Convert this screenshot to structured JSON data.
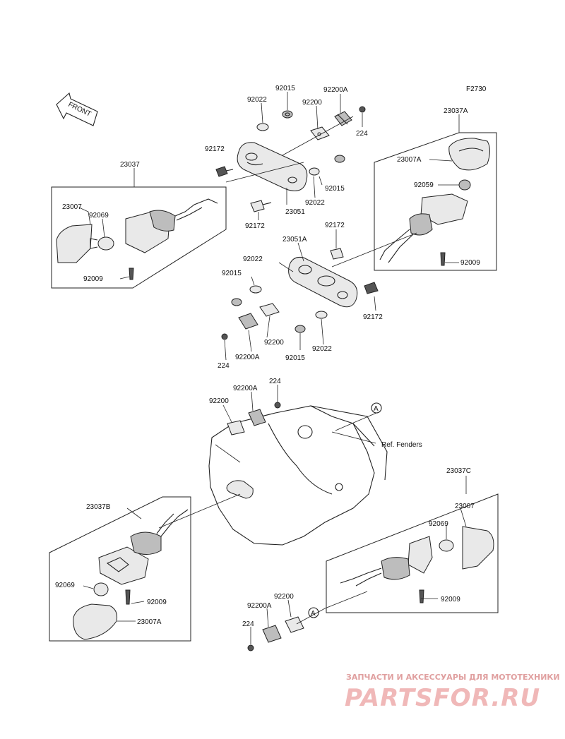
{
  "diagram": {
    "code": "F2730",
    "front_label": "FRONT",
    "ref_label": "Ref. Fenders",
    "circle_ref": "A",
    "labels": {
      "l92015a": "92015",
      "l92200Aa": "92200A",
      "l92022a": "92022",
      "l92200a": "92200",
      "l224a": "224",
      "l23037A": "23037A",
      "l92172a": "92172",
      "l23037": "23037",
      "l23007Aa": "23007A",
      "l92015b": "92015",
      "l92059": "92059",
      "l23007a": "23007",
      "l92069a": "92069",
      "l92022b": "92022",
      "l23051": "23051",
      "l92172b": "92172",
      "l92009a": "92009",
      "l92172c": "92172",
      "l23051A": "23051A",
      "l92022c": "92022",
      "l92009b": "92009",
      "l92015c": "92015",
      "l92172d": "92172",
      "l92200b": "92200",
      "l92022d": "92022",
      "l224b": "224",
      "l92200Ab": "92200A",
      "l92015d": "92015",
      "l224c": "224",
      "l92200Ac": "92200A",
      "l92200c": "92200",
      "l23037C": "23037C",
      "l23037B": "23037B",
      "l23007b": "23007",
      "l92069b": "92069",
      "l92069c": "92069",
      "l92009c": "92009",
      "l92009d": "92009",
      "l23007Ab": "23007A",
      "l92200d": "92200",
      "l92200Ad": "92200A",
      "l224d": "224"
    }
  },
  "watermark": {
    "line1": "ЗАПЧАСТИ И АКСЕССУАРЫ ДЛЯ МОТОТЕХНИКИ",
    "line2": "PARTSFOR.RU"
  }
}
